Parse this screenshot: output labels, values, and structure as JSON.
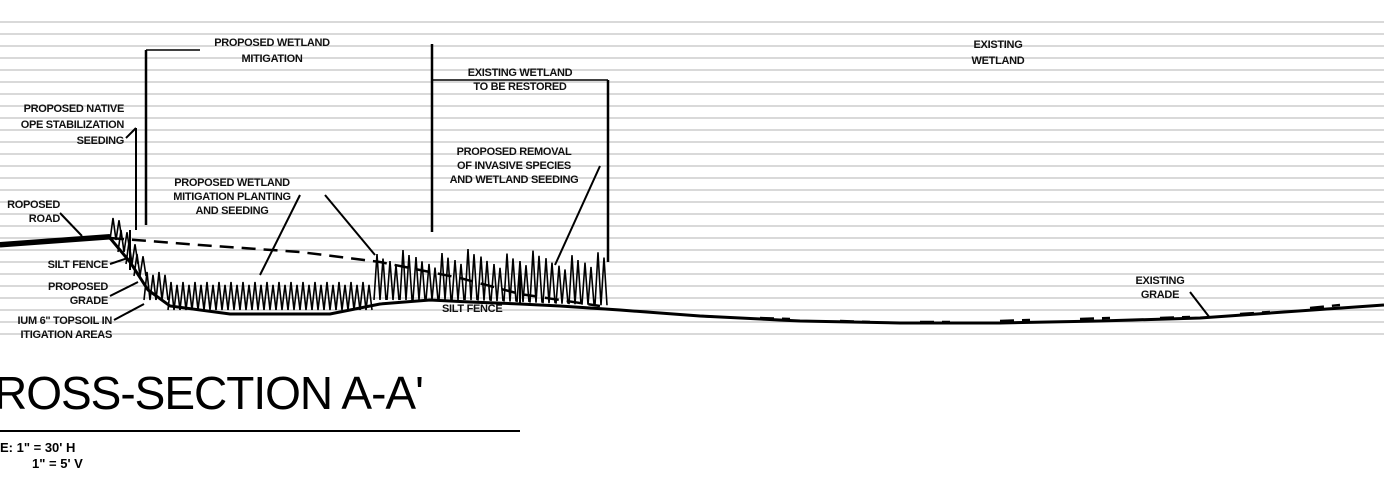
{
  "labels": {
    "proposed_wetland_mitigation": [
      "PROPOSED WETLAND",
      "MITIGATION"
    ],
    "existing_wetland_restored": [
      "EXISTING WETLAND",
      "TO BE RESTORED"
    ],
    "existing_wetland": [
      "EXISTING",
      "WETLAND"
    ],
    "proposed_native_seeding": [
      "PROPOSED NATIVE",
      "OPE STABILIZATION",
      "SEEDING"
    ],
    "proposed_removal": [
      "PROPOSED REMOVAL",
      "OF INVASIVE SPECIES",
      "AND WETLAND SEEDING"
    ],
    "mitigation_planting": [
      "PROPOSED WETLAND",
      "MITIGATION PLANTING",
      "AND SEEDING"
    ],
    "proposed_road": [
      "ROPOSED",
      "ROAD"
    ],
    "silt_fence_left": "SILT FENCE",
    "proposed_grade": [
      "PROPOSED",
      "GRADE"
    ],
    "topsoil": [
      "IUM 6\" TOPSOIL IN",
      "ITIGATION AREAS"
    ],
    "silt_fence_bottom": "SILT FENCE",
    "existing_grade": [
      "EXISTING",
      "GRADE"
    ]
  },
  "title": "ROSS-SECTION A-A'",
  "scale": {
    "line1": "E:  1\" = 30' H",
    "line2": "1\" = 5' V"
  }
}
